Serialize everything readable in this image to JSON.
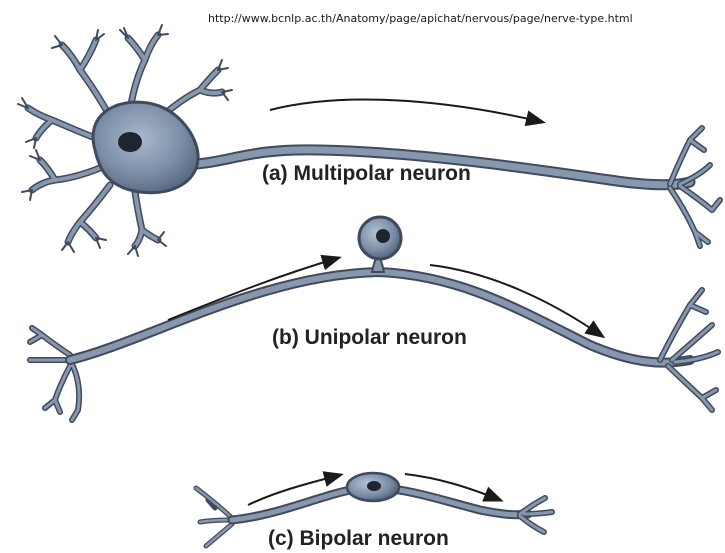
{
  "source_url": "http://www.bcnlp.ac.th/Anatomy/page/apichat/nervous/page/nerve-type.html",
  "labels": {
    "multipolar": "(a) Multipolar neuron",
    "unipolar": "(b) Unipolar neuron",
    "bipolar": "(c) Bipolar neuron"
  },
  "colors": {
    "neuron_fill": "#7d8fa8",
    "neuron_outline": "#3f4b5c",
    "soma_fill": "#6b7f9c",
    "nucleus": "#1f2530",
    "arrow": "#1a1a1a"
  }
}
